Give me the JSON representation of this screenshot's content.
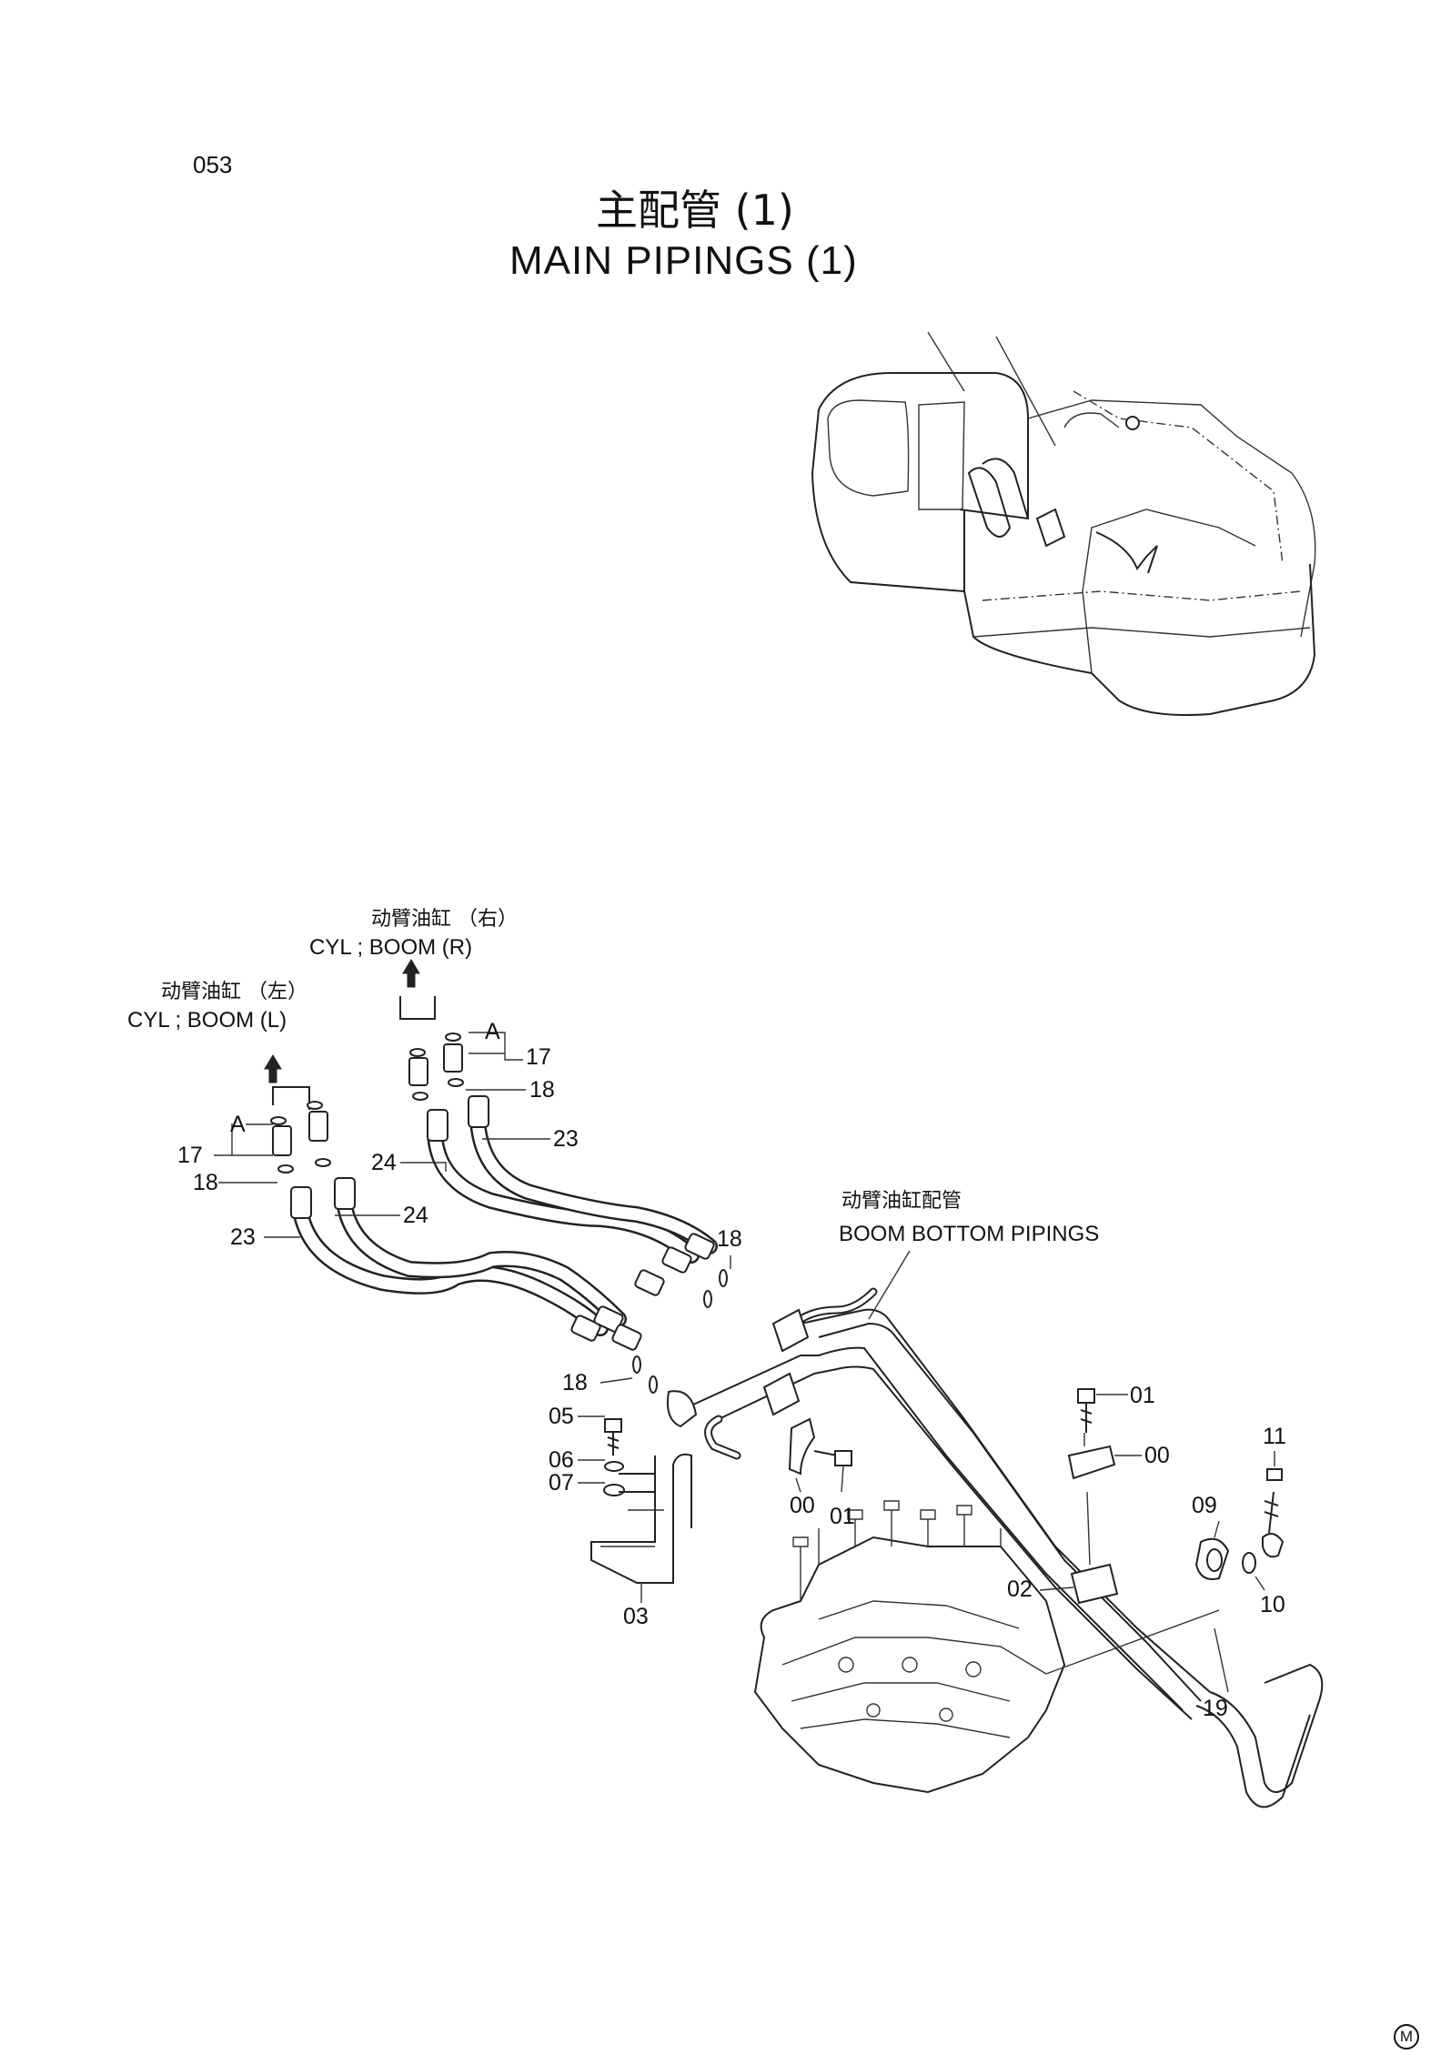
{
  "page_number": "053",
  "title": {
    "chinese": "主配管 (1)",
    "english": "MAIN PIPINGS (1)"
  },
  "callouts": {
    "boom_r_cn": "动臂油缸 （右）",
    "boom_r_en": "CYL ; BOOM (R)",
    "boom_l_cn": "动臂油缸 （左）",
    "boom_l_en": "CYL ; BOOM (L)",
    "boom_bottom_cn": "动臂油缸配管",
    "boom_bottom_en": "BOOM BOTTOM PIPINGS",
    "detail_a": "A"
  },
  "part_numbers": {
    "p17_right": "17",
    "p18_right": "18",
    "p23_right": "23",
    "p24_right": "24",
    "p17_left": "17",
    "p18_left": "18",
    "p23_left": "23",
    "p24_left": "24",
    "p18_mid": "18",
    "p18_low": "18",
    "p05": "05",
    "p06": "06",
    "p07": "07",
    "p03": "03",
    "p00_a": "00",
    "p01_a": "01",
    "p00_b": "00",
    "p01_b": "01",
    "p02": "02",
    "p09": "09",
    "p11": "11",
    "p10": "10",
    "p19": "19"
  },
  "publisher_mark": "M"
}
